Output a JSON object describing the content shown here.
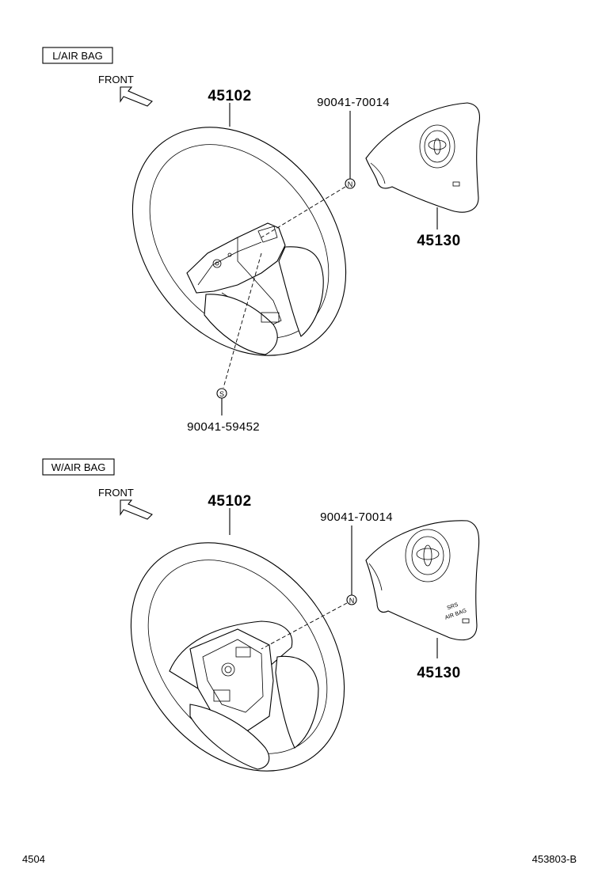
{
  "sections": [
    {
      "variant_label": "L/AIR BAG",
      "front_label": "FRONT",
      "parts": {
        "wheel": "45102",
        "pad": "45130",
        "nut": "90041-70014",
        "screw": "90041-59452"
      },
      "markers": {
        "nut": "N",
        "screw": "S"
      }
    },
    {
      "variant_label": "W/AIR BAG",
      "front_label": "FRONT",
      "parts": {
        "wheel": "45102",
        "pad": "45130",
        "nut": "90041-70014"
      },
      "markers": {
        "nut": "N"
      },
      "pad_text": [
        "SRS",
        "AIR BAG"
      ]
    }
  ],
  "footer": {
    "left": "4504",
    "right": "453803-B"
  }
}
